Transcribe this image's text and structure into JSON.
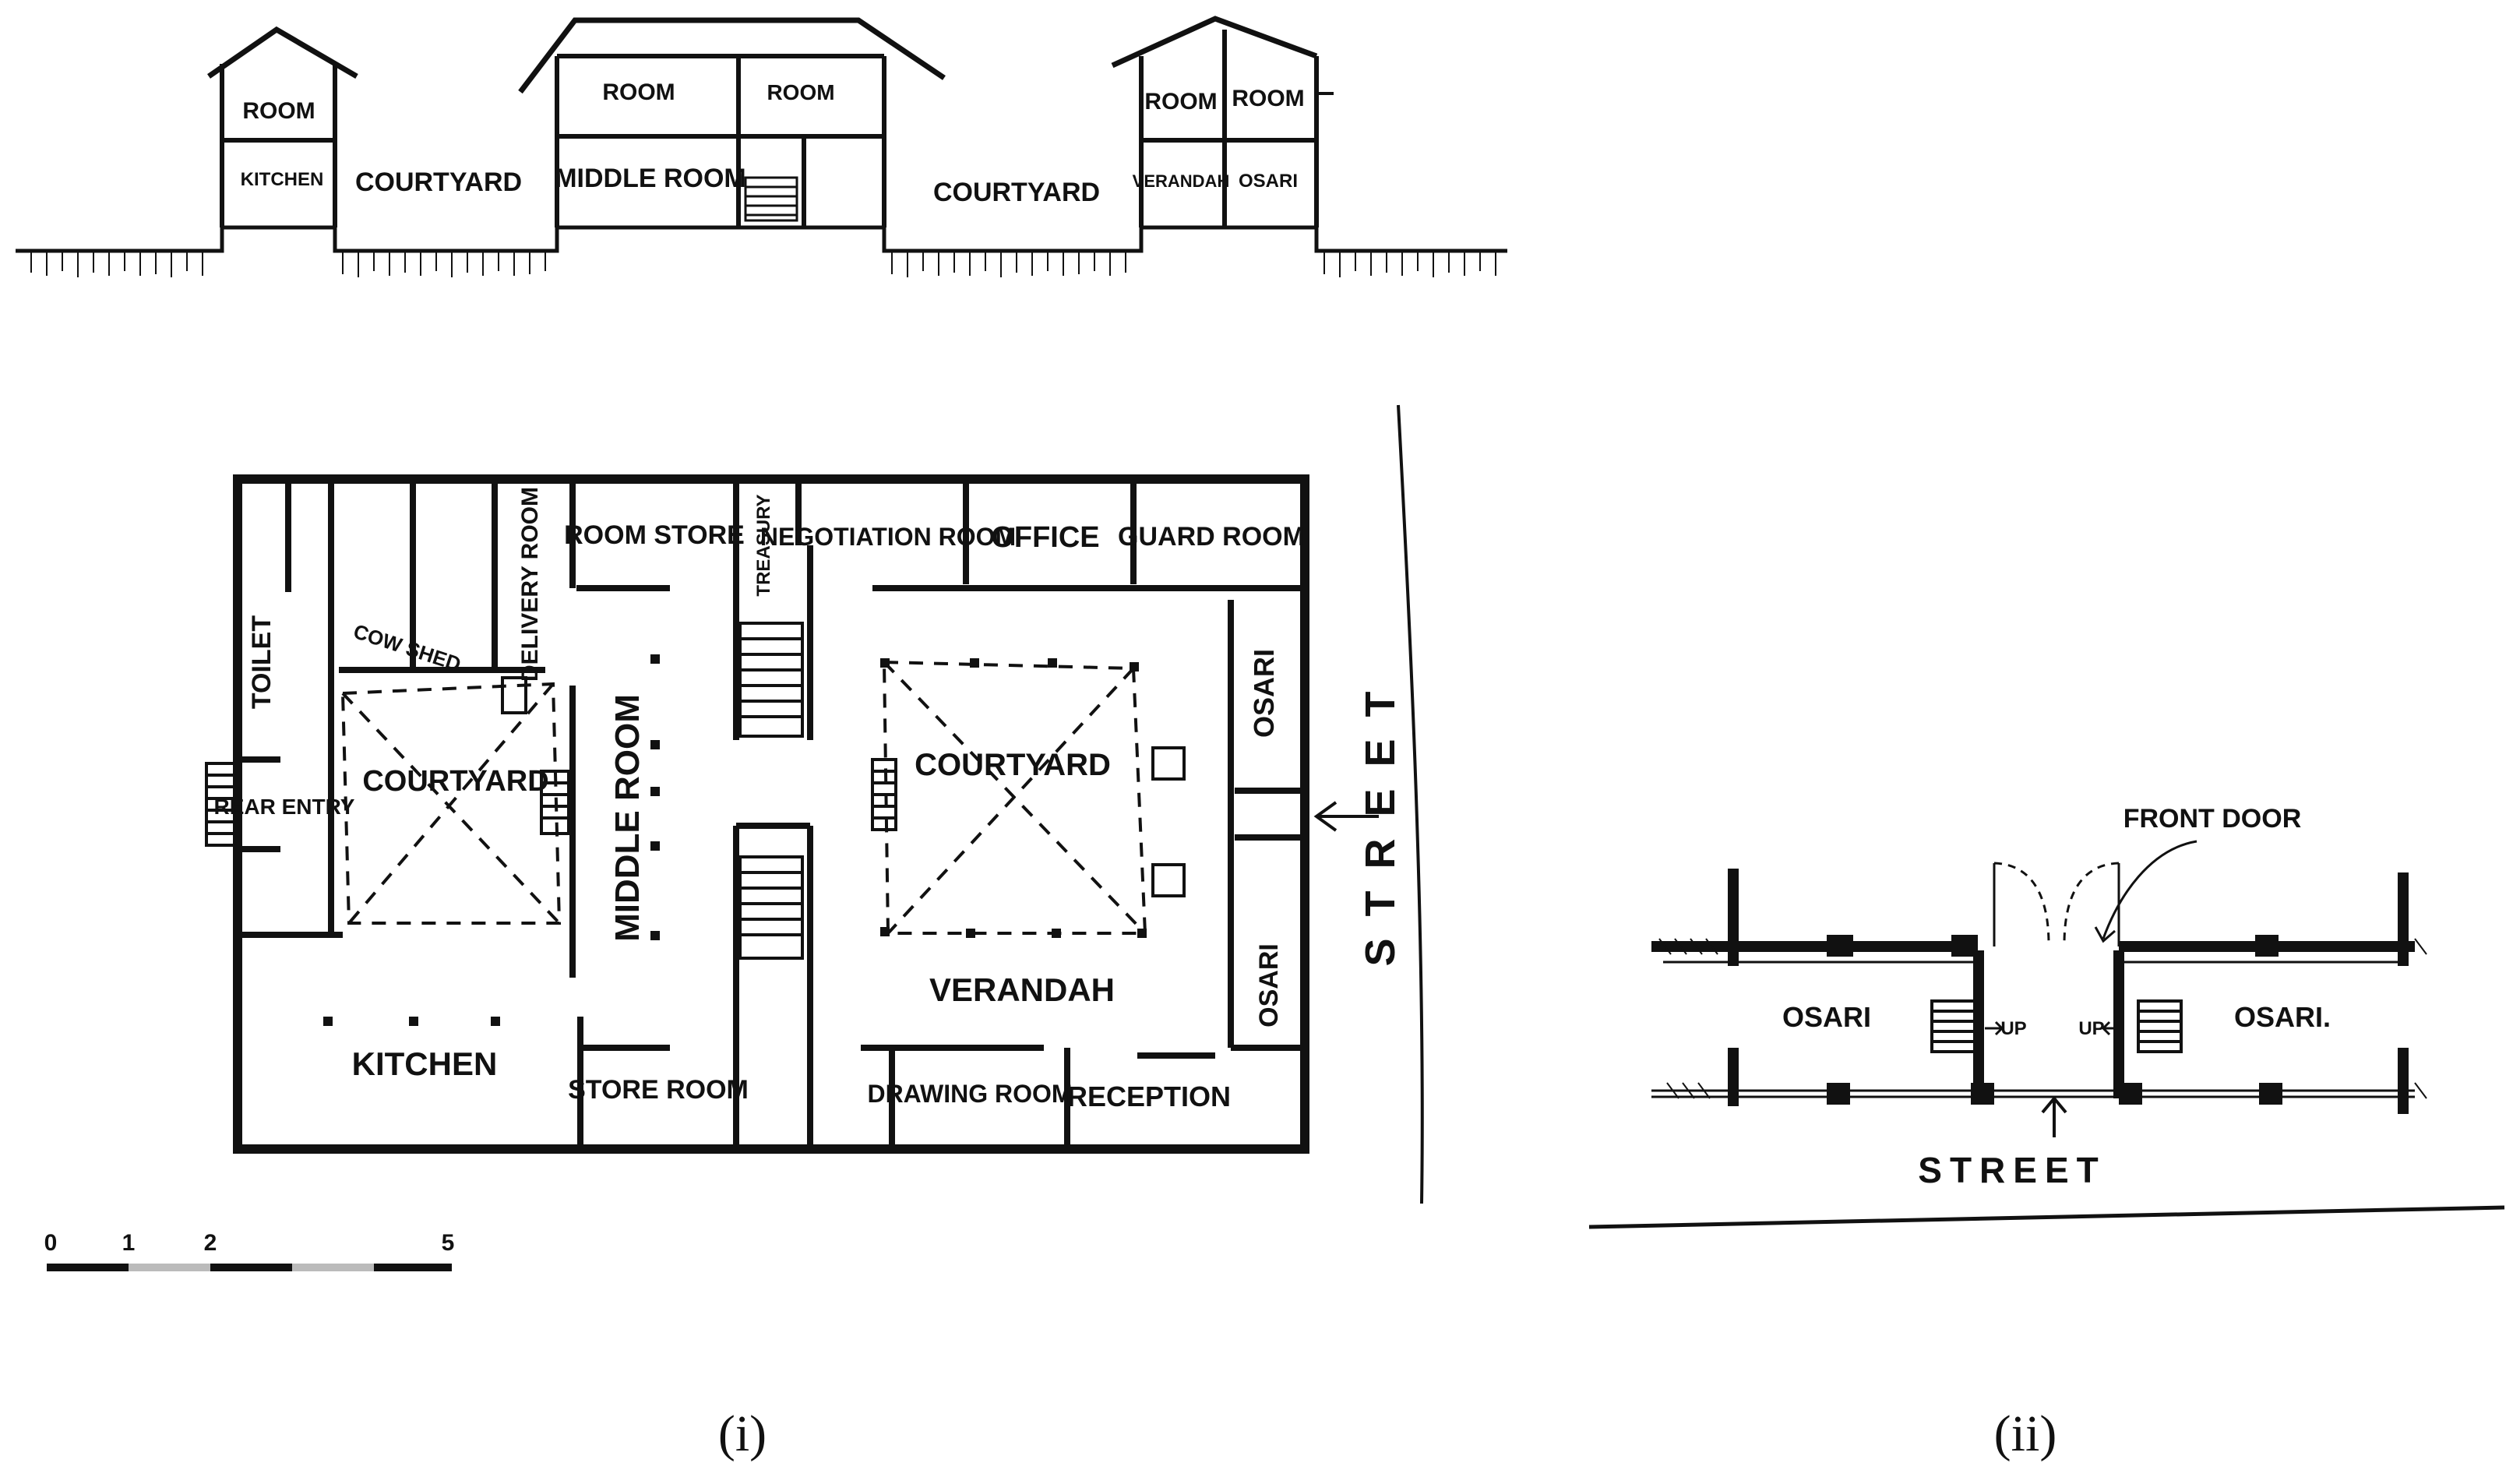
{
  "section": {
    "labels": {
      "room_left": "ROOM",
      "kitchen": "KITCHEN",
      "courtyard_left": "COURTYARD",
      "room_mid_1": "ROOM",
      "room_mid_2": "ROOM",
      "middle_room": "MIDDLE ROOM",
      "courtyard_right": "COURTYARD",
      "room_right_1": "ROOM",
      "room_right_2": "ROOM",
      "verandah": "VERANDAH",
      "osari": "OSARI"
    }
  },
  "plan": {
    "labels": {
      "toilet": "TOILET",
      "cow_shed": "COW SHED",
      "delivery_room": "DELIVERY ROOM",
      "room_store": "ROOM STORE",
      "treasury": "TREASURY",
      "negotiation_room": "NEGOTIATION ROOM",
      "office": "OFFICE",
      "guard_room": "GUARD ROOM",
      "rear_entry": "REAR ENTRY",
      "courtyard_left": "COURTYARD",
      "middle_room": "MIDDLE ROOM",
      "courtyard_right": "COURTYARD",
      "osari_top": "OSARI",
      "osari_bottom": "OSARI",
      "street": "STREET",
      "verandah": "VERANDAH",
      "kitchen": "KITCHEN",
      "store_room": "STORE ROOM",
      "drawing_room": "DRAWING ROOM",
      "reception": "RECEPTION"
    },
    "scale_bar": {
      "ticks": [
        "0",
        "1",
        "2",
        "5"
      ]
    }
  },
  "entry_plan": {
    "labels": {
      "front_door": "FRONT DOOR",
      "osari_left": "OSARI",
      "osari_right": "OSARI.",
      "up_left": "UP",
      "up_right": "UP",
      "street": "STREET"
    }
  },
  "captions": {
    "left": "(i)",
    "right": "(ii)"
  }
}
